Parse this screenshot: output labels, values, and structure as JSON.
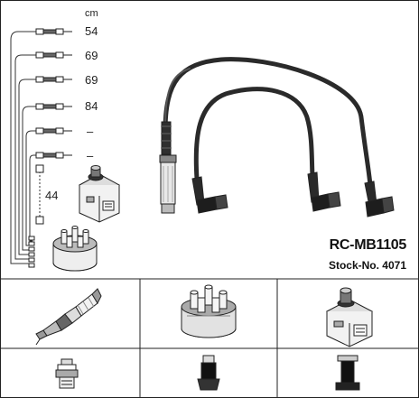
{
  "unit_label": "cm",
  "lengths": [
    "54",
    "69",
    "69",
    "84",
    "–",
    "–"
  ],
  "coil_lead_length": "44",
  "product": {
    "code": "RC-MB1105",
    "stock": "Stock-No. 4071"
  },
  "icons": {
    "parts": [
      "spark-plug-icon",
      "distributor-cap-icon",
      "ignition-coil-icon"
    ],
    "terminals": [
      "plug-terminal-icon",
      "cap-terminal-icon",
      "coil-terminal-icon"
    ]
  },
  "colors": {
    "line": "#222222",
    "cable": "#2a2a2a",
    "background": "#ffffff"
  }
}
